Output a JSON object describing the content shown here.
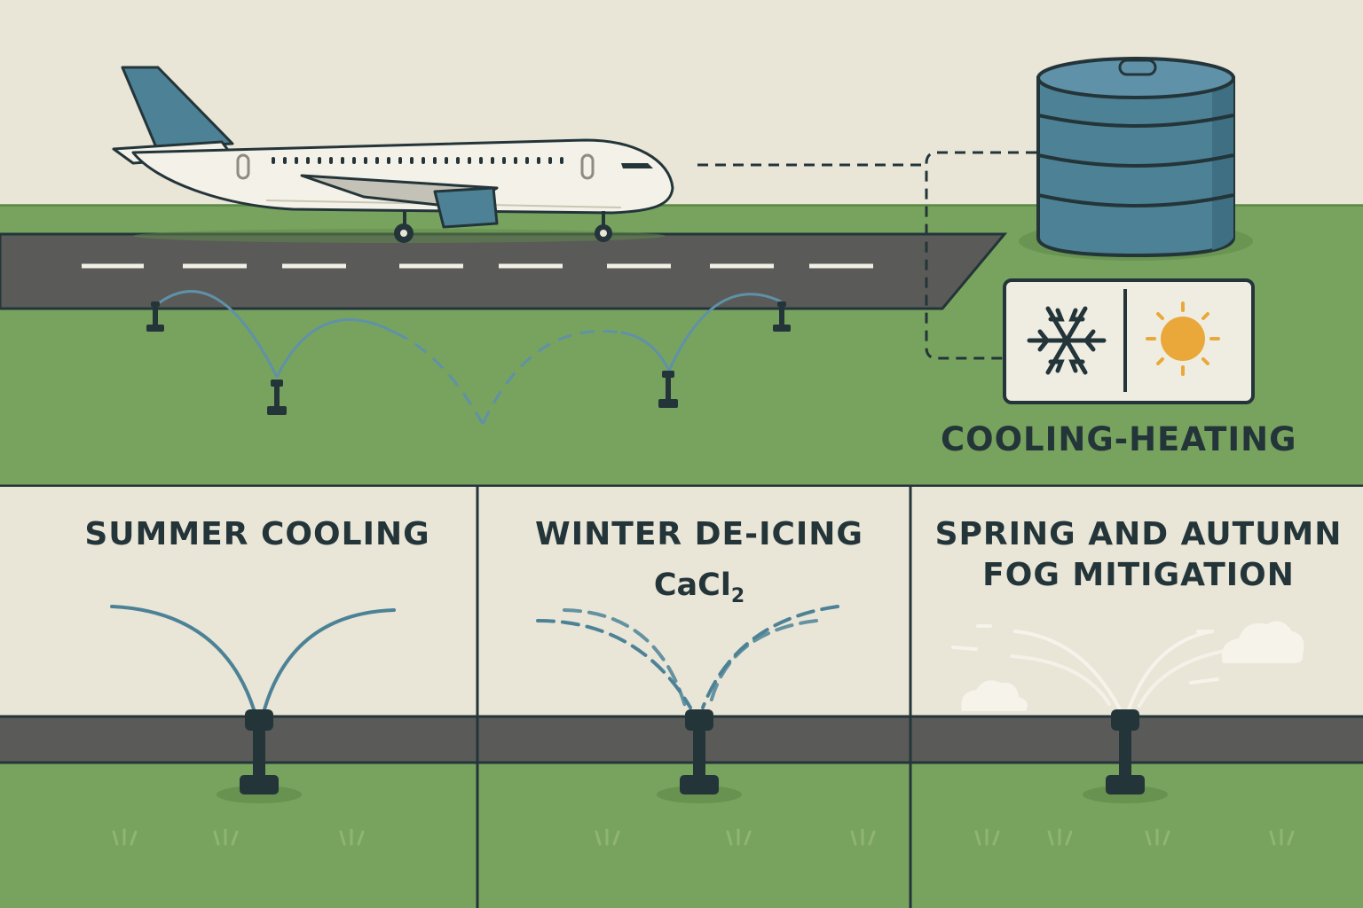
{
  "system": {
    "label": "COOLING-HEATING",
    "modes": [
      {
        "icon": "snowflake-icon"
      },
      {
        "icon": "sun-icon"
      }
    ]
  },
  "panels": [
    {
      "title": "SUMMER COOLING",
      "subtitle": ""
    },
    {
      "title": "WINTER DE-ICING",
      "subtitle": "CaCl",
      "subtitle_sub": "2"
    },
    {
      "title_lines": [
        "SPRING AND AUTUMN",
        "FOG MITIGATION"
      ]
    }
  ],
  "colors": {
    "sky": "#e9e6d8",
    "grass": "#7aa460",
    "runway": "#5a5a58",
    "accent": "#4d8296",
    "outline": "#24353a",
    "water": "#5f91a8",
    "sun": "#eaa83a"
  }
}
